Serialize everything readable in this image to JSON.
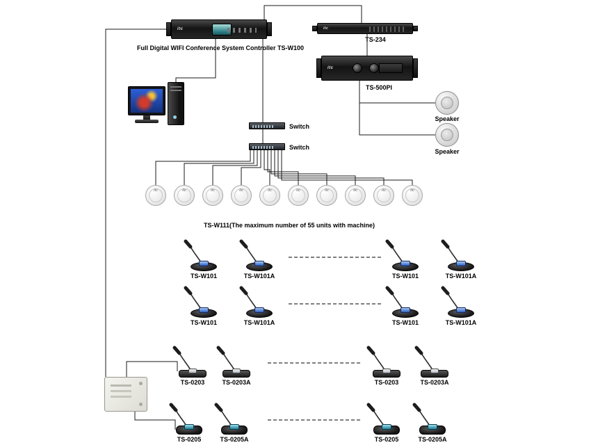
{
  "brand": "itc",
  "controller": {
    "label": "Full Digital WIFI Conference System Controller TS-W100"
  },
  "rack2": {
    "label": "TS-234"
  },
  "amplifier": {
    "label": "TS-500PI"
  },
  "speakers": {
    "label1": "Speaker",
    "label2": "Speaker"
  },
  "network": {
    "switch1": "Switch",
    "switch2": "Switch"
  },
  "wireless_units": {
    "caption": "TS-W111(The maximum number of 55 units with machine)"
  },
  "mics": {
    "row1": [
      "TS-W101",
      "TS-W101A",
      "TS-W101",
      "TS-W101A"
    ],
    "row2": [
      "TS-W101",
      "TS-W101A",
      "TS-W101",
      "TS-W101A"
    ],
    "row3": [
      "TS-0203",
      "TS-0203A",
      "TS-0203",
      "TS-0203A"
    ],
    "row4": [
      "TS-0205",
      "TS-0205A",
      "TS-0205",
      "TS-0205A"
    ]
  }
}
